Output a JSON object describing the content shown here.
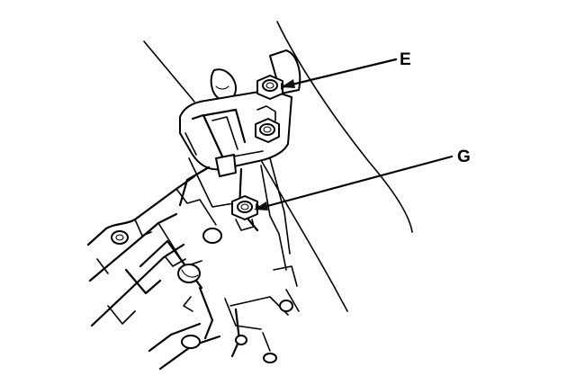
{
  "callouts": [
    {
      "label": "E",
      "target": "upper-bolt"
    },
    {
      "label": "G",
      "target": "lower-bolt"
    }
  ]
}
